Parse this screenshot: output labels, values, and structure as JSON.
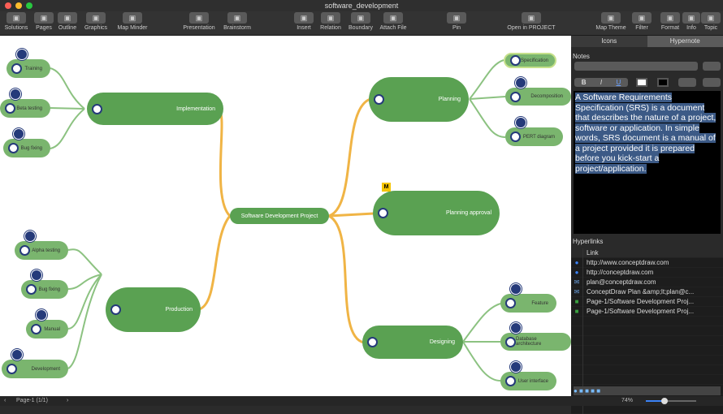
{
  "window": {
    "title": "software_development"
  },
  "toolbar": {
    "items": [
      {
        "label": "Solutions",
        "icon": "solutions-icon"
      },
      {
        "label": "Pages",
        "icon": "pages-icon"
      },
      {
        "label": "Outline",
        "icon": "outline-icon"
      },
      {
        "label": "Graphics",
        "icon": "graphics-icon"
      },
      {
        "label": "Map Minder",
        "icon": "map-minder-icon"
      },
      {
        "label": "Presentation",
        "icon": "presentation-icon"
      },
      {
        "label": "Brainstorm",
        "icon": "brainstorm-icon"
      },
      {
        "label": "Insert",
        "icon": "insert-icon"
      },
      {
        "label": "Relation",
        "icon": "relation-icon"
      },
      {
        "label": "Boundary",
        "icon": "boundary-icon"
      },
      {
        "label": "Attach File",
        "icon": "attach-file-icon"
      },
      {
        "label": "Pin",
        "icon": "pin-icon"
      },
      {
        "label": "Open in PROJECT",
        "icon": "open-in-project-icon"
      },
      {
        "label": "Map Theme",
        "icon": "map-theme-icon"
      },
      {
        "label": "Filter",
        "icon": "filter-icon"
      },
      {
        "label": "Format",
        "icon": "format-icon"
      },
      {
        "label": "Info",
        "icon": "info-icon"
      },
      {
        "label": "Topic",
        "icon": "topic-icon"
      }
    ]
  },
  "map": {
    "center": "Software Development Project",
    "main": [
      "Implementation",
      "Production",
      "Planning",
      "Planning approval",
      "Designing"
    ],
    "implementation_children": [
      "Training",
      "Beta testing",
      "Bug fixing"
    ],
    "production_children": [
      "Alpha testing",
      "Bug fixing",
      "Manual",
      "Development"
    ],
    "planning_children": [
      "Specification",
      "Decomposition",
      "PERT diagram"
    ],
    "designing_children": [
      "Feature",
      "Database architecture",
      "User interface"
    ],
    "milestone_marker": "M",
    "colors": {
      "main": "#5aa152",
      "sub": "#7ab56e",
      "branch": "#f0b445",
      "clock": "#253a7a"
    }
  },
  "panel": {
    "tabs": [
      "Icons",
      "Hypernote"
    ],
    "active_tab": "Hypernote",
    "notes_label": "Notes",
    "format_buttons": [
      "B",
      "I",
      "U"
    ],
    "note_text": "A Software Requirements Specification (SRS) is a document that describes the nature of a project, software or application. In simple words, SRS document is a manual of a project provided it is prepared before you kick-start a project/application.",
    "hyperlinks_label": "Hyperlinks",
    "link_header": "Link",
    "links": [
      {
        "text": "http://www.conceptdraw.com",
        "icon": "globe-icon"
      },
      {
        "text": "http://conceptdraw.com",
        "icon": "globe-icon"
      },
      {
        "text": "plan@conceptdraw.com",
        "icon": "email-icon"
      },
      {
        "text": "ConceptDraw Plan &amp;lt;plan@c...",
        "icon": "email-icon"
      },
      {
        "text": "Page-1/Software Development Proj...",
        "icon": "page-link-icon"
      },
      {
        "text": "Page-1/Software Development Proj...",
        "icon": "page-link-icon"
      }
    ]
  },
  "status": {
    "page": "Page-1 (1/1)",
    "zoom": "74%",
    "zoom_value": 74
  }
}
